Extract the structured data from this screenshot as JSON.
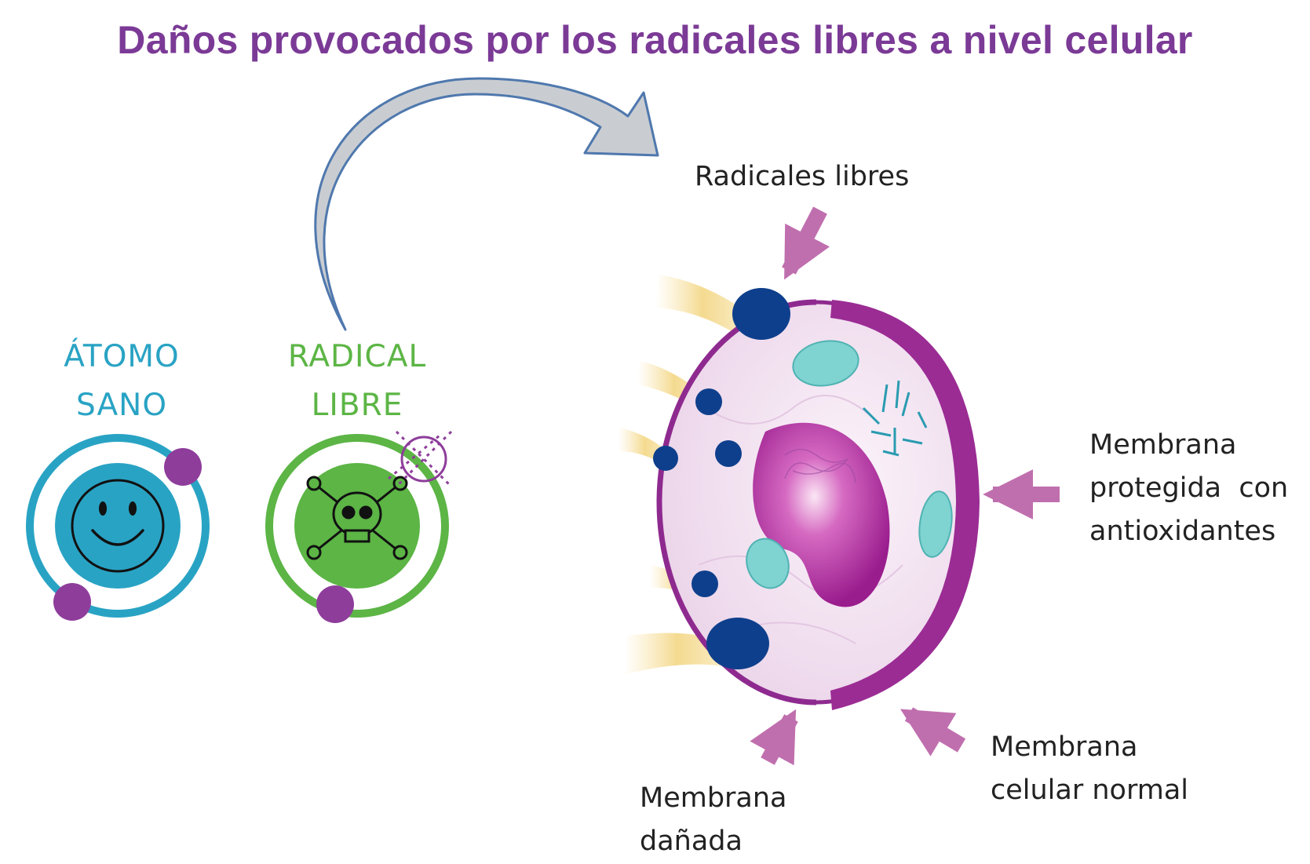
{
  "title": "Daños provocados por los radicales libres a nivel celular",
  "healthy_atom": {
    "label_line1": "ÁTOMO",
    "label_line2": "SANO",
    "color": "#29a3c4",
    "electron_color": "#8e3d9b",
    "icon": "smiley-face-icon"
  },
  "free_radical": {
    "label_line1": "RADICAL",
    "label_line2": "LIBRE",
    "color": "#5cb545",
    "electron_color": "#8e3d9b",
    "icon": "skull-crossbones-icon"
  },
  "cell": {
    "labels": {
      "free_radicals": "Radicales libres",
      "protected_line1": "Membrana",
      "protected_line2": "protegida  con",
      "protected_line3": "antioxidantes",
      "normal_line1": "Membrana",
      "normal_line2": "celular normal",
      "damaged_line1": "Membrana",
      "damaged_line2": "dañada"
    },
    "membrane_color": "#8e2a8f",
    "nucleus_color": "#a8239a",
    "radical_color": "#0e3f8c",
    "mitochondria_color": "#7fd3d1",
    "arrow_color": "#c06fae"
  }
}
